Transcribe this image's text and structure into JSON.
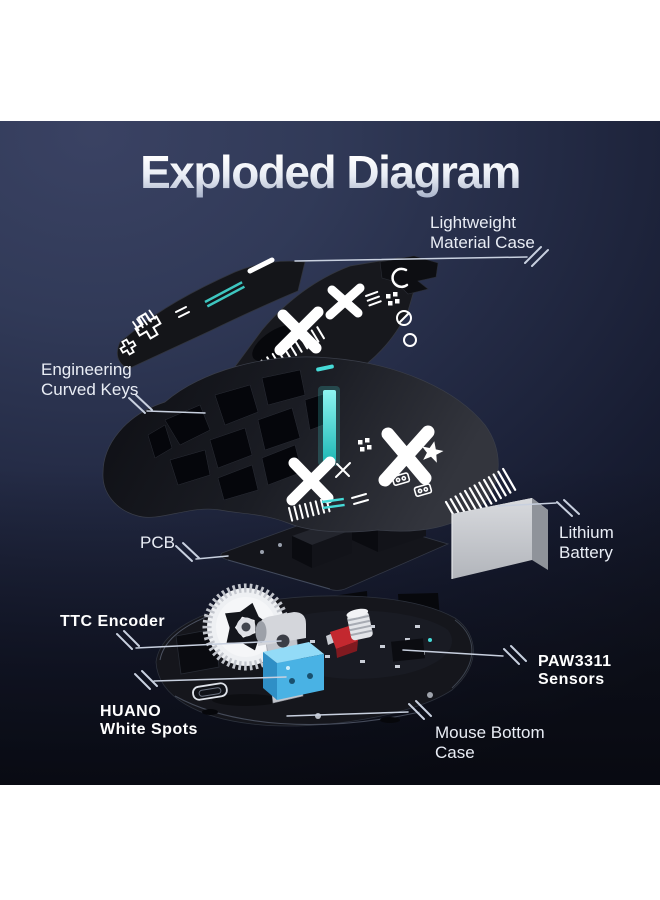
{
  "title": "Exploded Diagram",
  "labels": {
    "lightweight": {
      "line1": "Lightweight",
      "line2": "Material Case"
    },
    "engineering": {
      "line1": "Engineering",
      "line2": "Curved Keys"
    },
    "pcb": {
      "line1": "PCB"
    },
    "lithium": {
      "line1": "Lithium",
      "line2": "Battery"
    },
    "ttc": {
      "line1": "TTC Encoder"
    },
    "paw": {
      "line1": "PAW3311",
      "line2": "Sensors"
    },
    "huano": {
      "line1": "HUANO",
      "line2": "White Spots"
    },
    "bottom_case": {
      "line1": "Mouse Bottom",
      "line2": "Case"
    }
  },
  "colors": {
    "panel_top": "#3a4263",
    "panel_bottom": "#10131f",
    "label_text": "#e9edf5",
    "connector_line": "#c8d0df",
    "accent_cyan": "#46dbd8",
    "battery_silver": "#c6c9ce",
    "switch_blue": "#49b2e4",
    "switch_red": "#c3282f",
    "wheel_white": "#f2f3f5",
    "case_black": "#15161c"
  }
}
